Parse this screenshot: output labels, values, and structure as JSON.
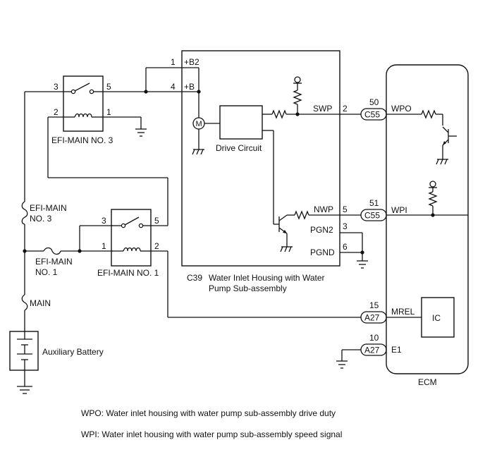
{
  "relays": {
    "efi_main_3": {
      "label": "EFI-MAIN NO. 3",
      "pins": [
        "3",
        "5",
        "2",
        "1"
      ]
    },
    "efi_main_1": {
      "label": "EFI-MAIN NO. 1",
      "pins": [
        "3",
        "5",
        "1",
        "2"
      ]
    }
  },
  "fuses": {
    "efi_main_3": [
      "EFI-MAIN",
      "NO. 3"
    ],
    "efi_main_1": [
      "EFI-MAIN",
      "NO. 1"
    ],
    "main": "MAIN"
  },
  "battery": {
    "label": "Auxiliary Battery"
  },
  "pump": {
    "connector": "C39",
    "title_line1": "Water Inlet Housing with Water",
    "title_line2": "Pump Sub-assembly",
    "motor": "M",
    "drive_circuit": "Drive Circuit",
    "pins": {
      "b2": {
        "num": "1",
        "name": "+B2"
      },
      "b": {
        "num": "4",
        "name": "+B"
      },
      "swp": {
        "num": "2",
        "name": "SWP"
      },
      "nwp": {
        "num": "5",
        "name": "NWP"
      },
      "pgn2": {
        "num": "3",
        "name": "PGN2"
      },
      "pgnd": {
        "num": "6",
        "name": "PGND"
      }
    }
  },
  "ecm": {
    "label": "ECM",
    "ic": "IC",
    "pins": {
      "wpo": {
        "num": "50",
        "conn": "C55",
        "name": "WPO"
      },
      "wpi": {
        "num": "51",
        "conn": "C55",
        "name": "WPI"
      },
      "mrel": {
        "num": "15",
        "conn": "A27",
        "name": "MREL"
      },
      "e1": {
        "num": "10",
        "conn": "A27",
        "name": "E1"
      }
    }
  },
  "notes": [
    "WPO: Water inlet housing with water pump sub-assembly drive duty",
    "WPI: Water inlet housing with water pump sub-assembly speed signal"
  ]
}
